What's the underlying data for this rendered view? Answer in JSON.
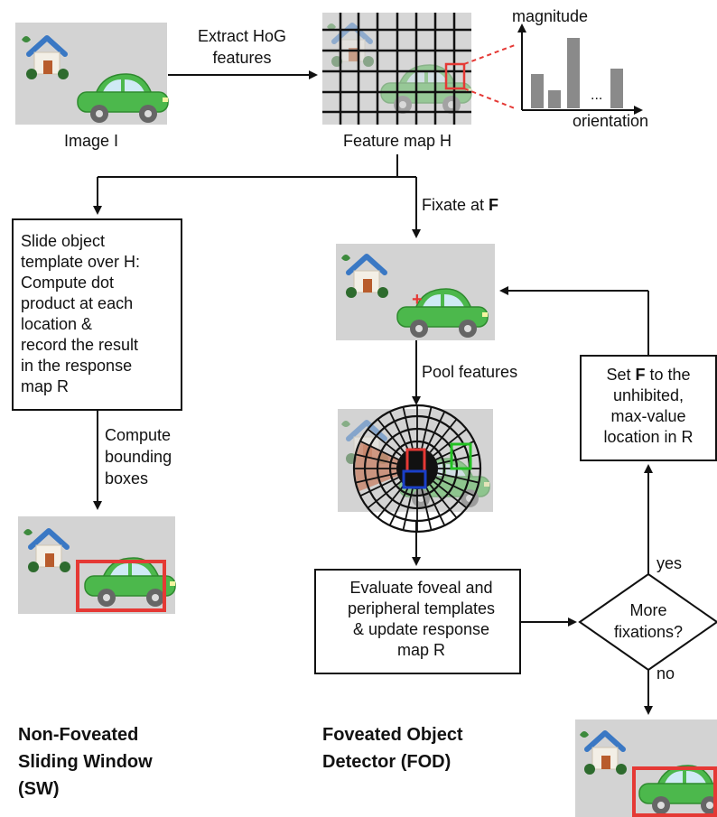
{
  "input": {
    "caption": "Image I"
  },
  "hog": {
    "extract_label_line1": "Extract HoG",
    "extract_label_line2": "features",
    "feature_map_caption": "Feature map H",
    "histogram": {
      "y_label": "magnitude",
      "x_label": "orientation",
      "ellipsis": "..."
    }
  },
  "sliding_window": {
    "box_lines": [
      "Slide object",
      "template over H:",
      "Compute dot",
      "product at each",
      "location &",
      "record the result",
      "in the response",
      "map R"
    ],
    "step_label_lines": [
      "Compute",
      "bounding",
      "boxes"
    ],
    "title_lines": [
      "Non-Foveated",
      "Sliding Window",
      "(SW)"
    ]
  },
  "fod": {
    "fixate_prefix": "Fixate at ",
    "fixate_bold": "F",
    "pool_label": "Pool features",
    "evaluate_lines": [
      "Evaluate foveal and",
      "peripheral templates",
      "& update response",
      "map R"
    ],
    "decision_lines": [
      "More",
      "fixations?"
    ],
    "yes_label": "yes",
    "no_label": "no",
    "set_prefix": "Set ",
    "set_bold": "F",
    "set_rest": " to the",
    "set_lines": [
      "unhibited,",
      "max-value",
      "location in R"
    ],
    "title_lines": [
      "Foveated Object",
      "Detector (FOD)"
    ]
  },
  "colors": {
    "scene_bg": "#d3d3d3",
    "car_green": "#4cb84c",
    "house_roof": "#3a78c4",
    "detection_red": "#e53935",
    "fovea_blue": "#1a3fc8",
    "periphery_green": "#22c022"
  }
}
